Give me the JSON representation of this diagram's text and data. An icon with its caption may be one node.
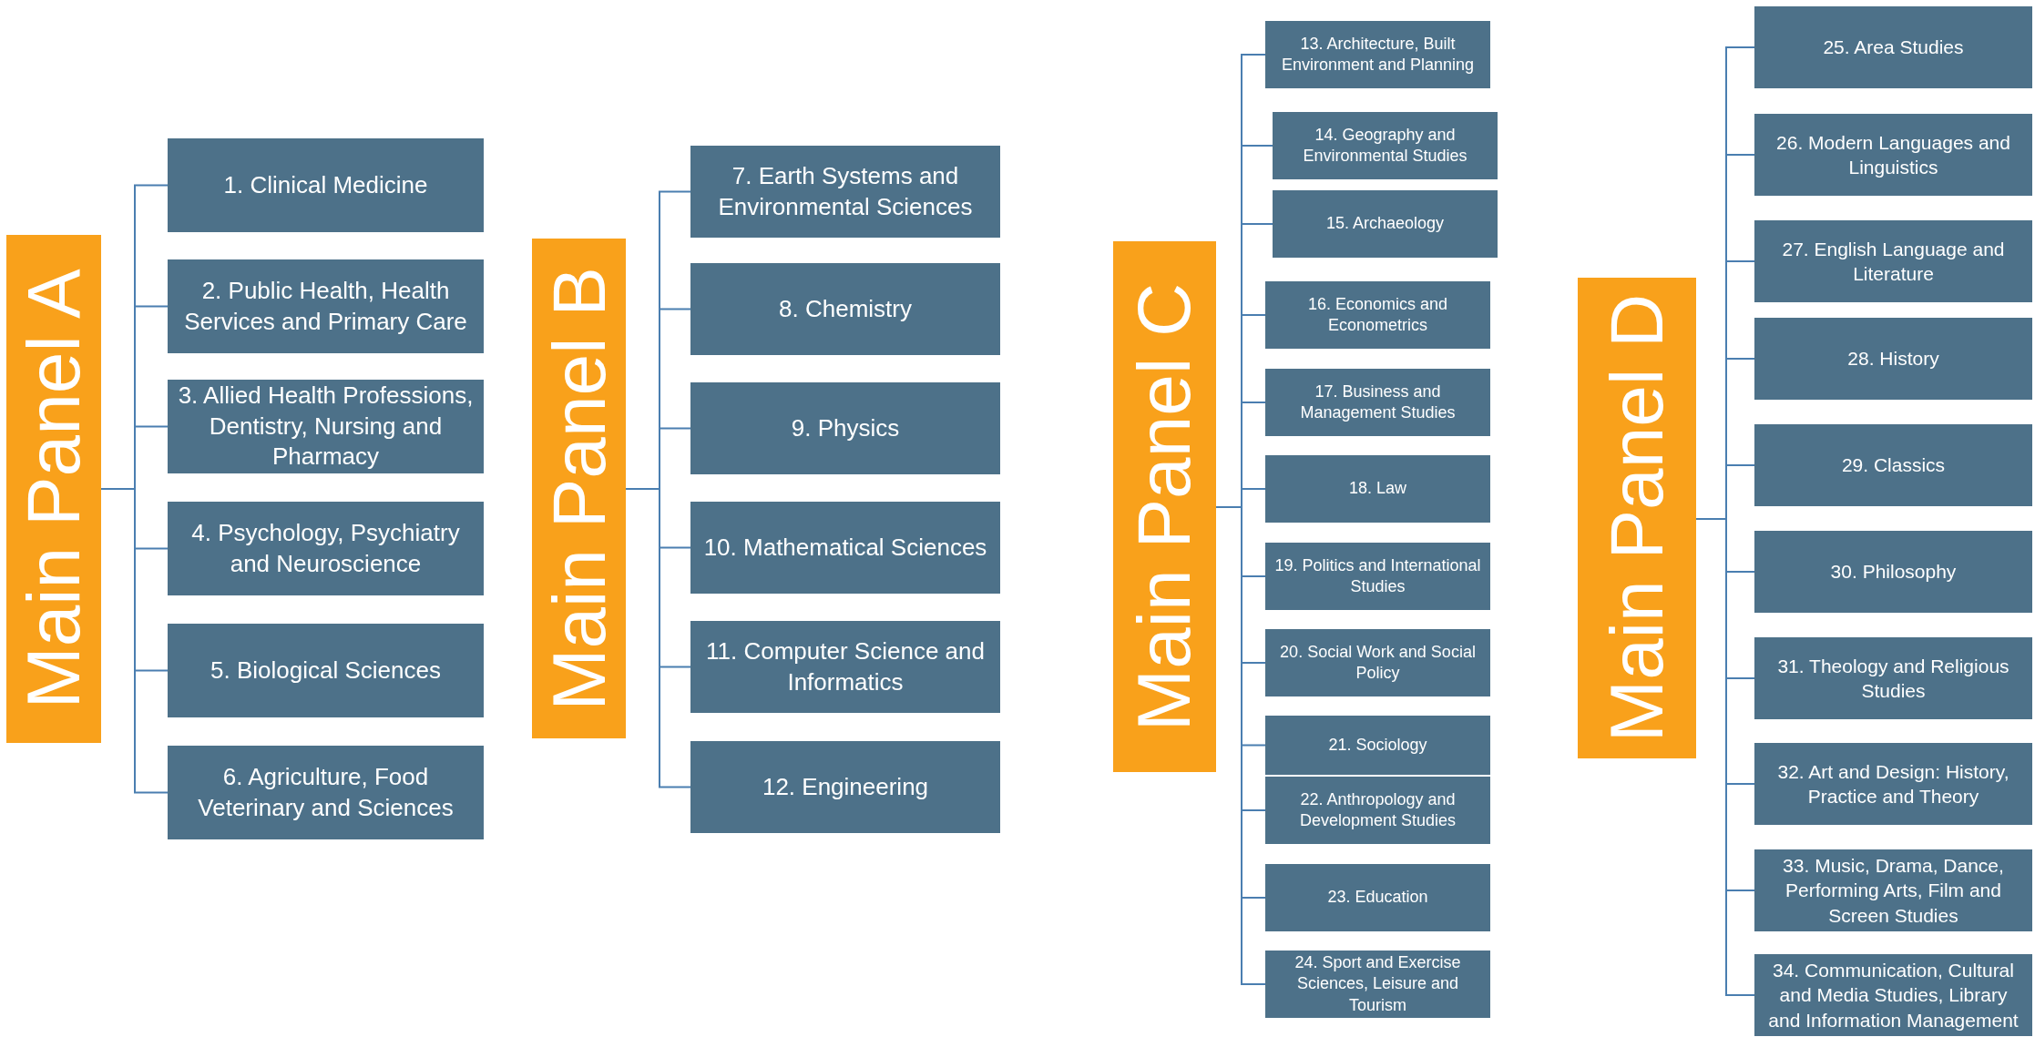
{
  "diagram": {
    "nodes": [
      {
        "text": [
          "Main Panel A"
        ]
      },
      {
        "text": [
          "1. Clinical Medicine"
        ]
      },
      {
        "text": [
          "2. Public Health, Health Services and Primary Care"
        ]
      },
      {
        "text": [
          "3. Allied Health Professions, Dentistry, Nursing and Pharmacy"
        ]
      },
      {
        "text": [
          "4. Psychology, Psychiatry and Neuroscience"
        ]
      },
      {
        "text": [
          "5. Biological Sciences"
        ]
      },
      {
        "text": [
          "6. Agriculture, Food Veterinary and Sciences"
        ]
      },
      {
        "text": [
          "Main Panel B"
        ]
      },
      {
        "text": [
          "7. Earth Systems and Environmental Sciences"
        ]
      },
      {
        "text": [
          "8. Chemistry"
        ]
      },
      {
        "text": [
          "9. Physics"
        ]
      },
      {
        "text": [
          "10. Mathematical Sciences"
        ]
      },
      {
        "text": [
          "11. Computer Science and Informatics"
        ]
      },
      {
        "text": [
          "12. Engineering"
        ]
      },
      {
        "text": [
          "Main Panel C"
        ]
      },
      {
        "text": [
          "13. Architecture, Built Environment and Planning"
        ]
      },
      {
        "text": [
          "14. Geography and Environmental Studies"
        ]
      },
      {
        "text": [
          "15. Archaeology"
        ]
      },
      {
        "text": [
          "16. Economics and Econometrics"
        ]
      },
      {
        "text": [
          "17. Business and Management Studies"
        ]
      },
      {
        "text": [
          "18. Law"
        ]
      },
      {
        "text": [
          "19. Politics and International Studies"
        ]
      },
      {
        "text": [
          "20. Social Work and Social Policy"
        ]
      },
      {
        "text": [
          "21. Sociology"
        ]
      },
      {
        "text": [
          "22. Anthropology and Development Studies"
        ]
      },
      {
        "text": [
          "23. Education"
        ]
      },
      {
        "text": [
          "24. Sport and Exercise Sciences, Leisure and Tourism"
        ]
      },
      {
        "text": [
          "Main Panel D"
        ]
      },
      {
        "text": [
          "25. Area Studies"
        ]
      },
      {
        "text": [
          "26. Modern Languages and Linguistics"
        ]
      },
      {
        "text": [
          "27. English Language and Literature"
        ]
      },
      {
        "text": [
          "28. History"
        ]
      },
      {
        "text": [
          "29. Classics"
        ]
      },
      {
        "text": [
          "30. Philosophy"
        ]
      },
      {
        "text": [
          "31. Theology and Religious Studies"
        ]
      },
      {
        "text": [
          "32. Art and Design: History, Practice and Theory"
        ]
      },
      {
        "text": [
          "33. Music, Drama, Dance, Performing Arts, Film and Screen Studies"
        ]
      },
      {
        "text": [
          "34. Communication, Cultural and Media Studies, Library and Information Management"
        ]
      }
    ],
    "edges": [
      {
        "from": 0,
        "to": 1,
        "arrow": "none"
      },
      {
        "from": 0,
        "to": 2,
        "arrow": "none"
      },
      {
        "from": 0,
        "to": 3,
        "arrow": "none"
      },
      {
        "from": 0,
        "to": 4,
        "arrow": "none"
      },
      {
        "from": 0,
        "to": 5,
        "arrow": "none"
      },
      {
        "from": 0,
        "to": 6,
        "arrow": "none"
      },
      {
        "from": 7,
        "to": 8,
        "arrow": "none"
      },
      {
        "from": 7,
        "to": 9,
        "arrow": "none"
      },
      {
        "from": 7,
        "to": 10,
        "arrow": "none"
      },
      {
        "from": 7,
        "to": 11,
        "arrow": "none"
      },
      {
        "from": 7,
        "to": 12,
        "arrow": "none"
      },
      {
        "from": 7,
        "to": 13,
        "arrow": "none"
      },
      {
        "from": 14,
        "to": 15,
        "arrow": "none"
      },
      {
        "from": 14,
        "to": 16,
        "arrow": "none"
      },
      {
        "from": 14,
        "to": 17,
        "arrow": "none"
      },
      {
        "from": 14,
        "to": 18,
        "arrow": "none"
      },
      {
        "from": 14,
        "to": 19,
        "arrow": "none"
      },
      {
        "from": 14,
        "to": 20,
        "arrow": "none"
      },
      {
        "from": 14,
        "to": 21,
        "arrow": "none"
      },
      {
        "from": 14,
        "to": 22,
        "arrow": "none"
      },
      {
        "from": 14,
        "to": 23,
        "arrow": "none"
      },
      {
        "from": 14,
        "to": 24,
        "arrow": "none"
      },
      {
        "from": 14,
        "to": 25,
        "arrow": "none"
      },
      {
        "from": 14,
        "to": 26,
        "arrow": "none"
      },
      {
        "from": 27,
        "to": 28,
        "arrow": "none"
      },
      {
        "from": 27,
        "to": 29,
        "arrow": "none"
      },
      {
        "from": 27,
        "to": 30,
        "arrow": "none"
      },
      {
        "from": 27,
        "to": 31,
        "arrow": "none"
      },
      {
        "from": 27,
        "to": 32,
        "arrow": "none"
      },
      {
        "from": 27,
        "to": 33,
        "arrow": "none"
      },
      {
        "from": 27,
        "to": 34,
        "arrow": "none"
      },
      {
        "from": 27,
        "to": 35,
        "arrow": "none"
      },
      {
        "from": 27,
        "to": 36,
        "arrow": "none"
      },
      {
        "from": 27,
        "to": 37,
        "arrow": "none"
      }
    ]
  }
}
